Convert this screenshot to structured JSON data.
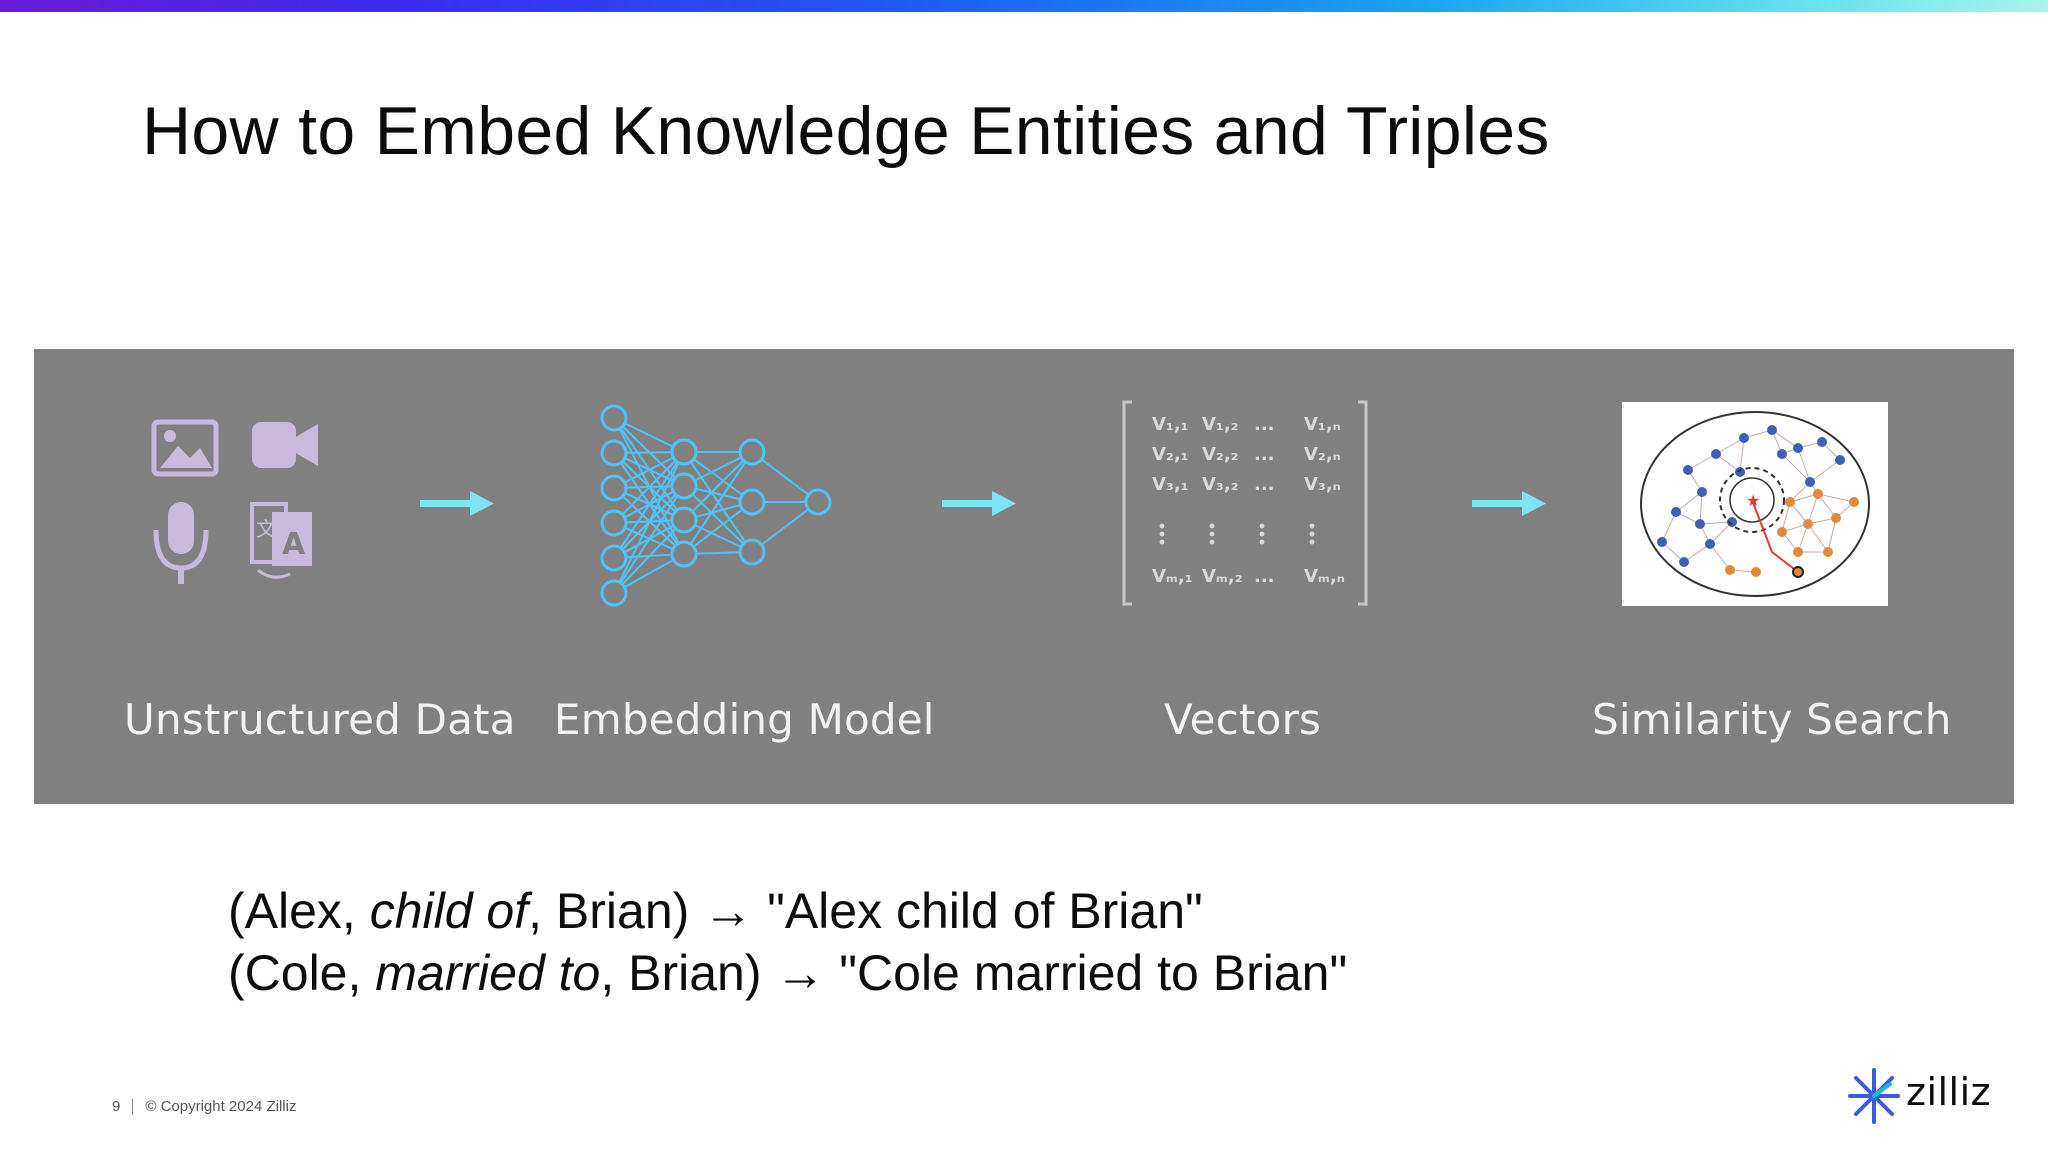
{
  "title": "How to Embed Knowledge Entities and Triples",
  "pipeline": {
    "stages": [
      {
        "label": "Unstructured Data"
      },
      {
        "label": "Embedding Model"
      },
      {
        "label": "Vectors"
      },
      {
        "label": "Similarity Search"
      }
    ],
    "matrix": {
      "row1": [
        "V₁,₁",
        "V₁,₂",
        "...",
        "V₁,ₙ"
      ],
      "row2": [
        "V₂,₁",
        "V₂,₂",
        "...",
        "V₂,ₙ"
      ],
      "row3": [
        "V₃,₁",
        "V₃,₂",
        "...",
        "V₃,ₙ"
      ],
      "rowm": [
        "Vₘ,₁",
        "Vₘ,₂",
        "...",
        "Vₘ,ₙ"
      ]
    },
    "colors": {
      "panel": "#808080",
      "network": "#4fc3f7",
      "arrow": "#7fe3f5",
      "media_icons": "#c9b9dd"
    }
  },
  "triples": [
    {
      "open": "(Alex, ",
      "relation": "child of",
      "close": ", Brian) → \"Alex child of Brian\""
    },
    {
      "open": "(Cole, ",
      "relation": "married to",
      "close": ", Brian) → \"Cole married to Brian\""
    }
  ],
  "footer": {
    "page_number": "9",
    "copyright": "© Copyright  2024  Zilliz"
  },
  "logo": {
    "text": "zilliz"
  }
}
